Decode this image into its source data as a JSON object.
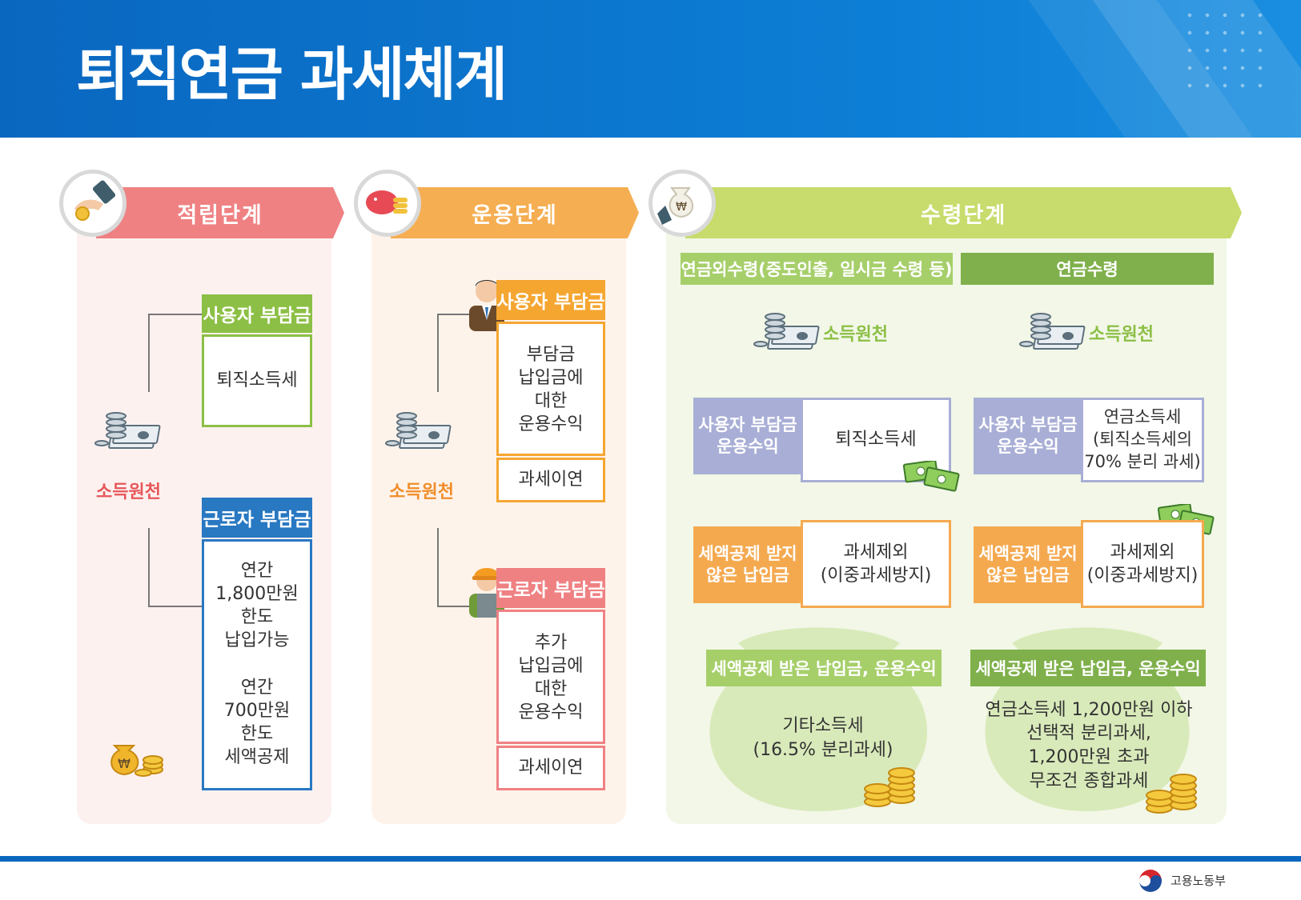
{
  "header": {
    "title": "퇴직연금 과세체계"
  },
  "stages": {
    "accumulation": {
      "title": "적립단계",
      "income_source": "소득원천",
      "employer_header": "사용자 부담금",
      "employer_tax": "퇴직소득세",
      "worker_header": "근로자 부담금",
      "worker_line1": "연간",
      "worker_line2": "1,800만원",
      "worker_line3": "한도",
      "worker_line4": "납입가능",
      "worker_line5": "연간",
      "worker_line6": "700만원",
      "worker_line7": "한도",
      "worker_line8": "세액공제"
    },
    "operation": {
      "title": "운용단계",
      "income_source": "소득원천",
      "employer_header": "사용자 부담금",
      "employer_line1": "부담금",
      "employer_line2": "납입금에",
      "employer_line3": "대한",
      "employer_line4": "운용수익",
      "employer_deferral": "과세이연",
      "worker_header": "근로자 부담금",
      "worker_line1": "추가",
      "worker_line2": "납입금에",
      "worker_line3": "대한",
      "worker_line4": "운용수익",
      "worker_deferral": "과세이연"
    },
    "receipt": {
      "title": "수령단계",
      "non_pension": {
        "header": "연금외수령(중도인출, 일시금 수령 등)",
        "income_source": "소득원천",
        "row1_label_1": "사용자 부담금",
        "row1_label_2": "운용수익",
        "row1_value": "퇴직소득세",
        "row2_label_1": "세액공제 받지",
        "row2_label_2": "않은 납입금",
        "row2_value_1": "과세제외",
        "row2_value_2": "(이중과세방지)",
        "bag_header": "세액공제 받은 납입금, 운용수익",
        "bag_line1": "기타소득세",
        "bag_line2": "(16.5% 분리과세)"
      },
      "pension": {
        "header": "연금수령",
        "income_source": "소득원천",
        "row1_label_1": "사용자 부담금",
        "row1_label_2": "운용수익",
        "row1_value_1": "연금소득세",
        "row1_value_2": "(퇴직소득세의",
        "row1_value_3": "70% 분리 과세)",
        "row2_label_1": "세액공제 받지",
        "row2_label_2": "않은 납입금",
        "row2_value_1": "과세제외",
        "row2_value_2": "(이중과세방지)",
        "bag_header": "세액공제 받은 납입금, 운용수익",
        "bag_line1": "연금소득세 1,200만원 이하",
        "bag_line2": "선택적 분리과세,",
        "bag_line3": "1,200만원 초과",
        "bag_line4": "무조건 종합과세"
      }
    }
  },
  "footer": {
    "logo_text": "고용노동부"
  },
  "colors": {
    "blue": "#0a67c0",
    "red": "#ef8183",
    "orange": "#f5ae52",
    "green": "#8cbf45",
    "purple": "#a9aed6"
  }
}
